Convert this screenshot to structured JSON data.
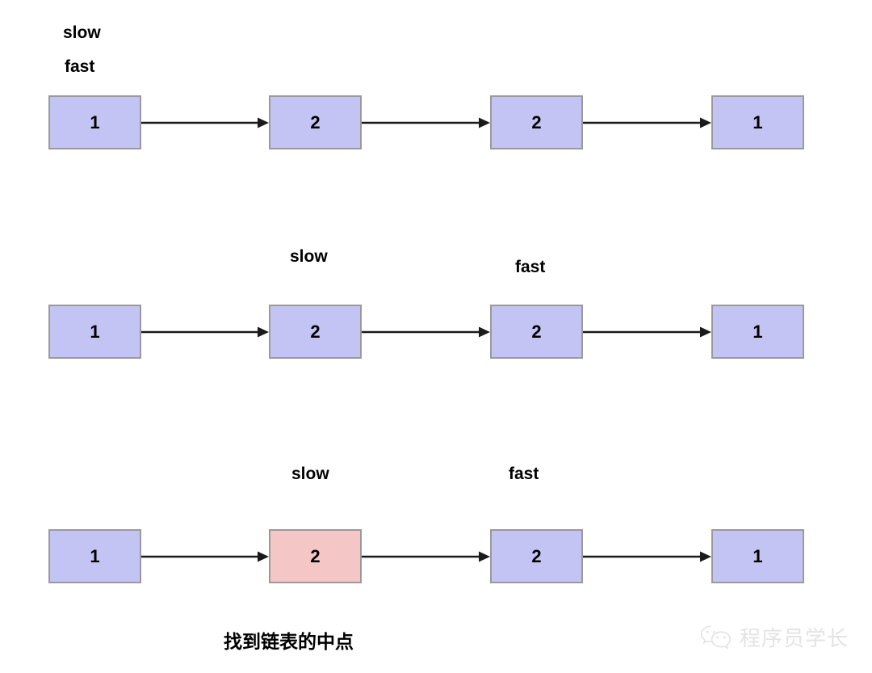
{
  "diagram": {
    "title_caption": "找到链表的中点",
    "colors": {
      "node_fill": "#c4c4f4",
      "node_highlight_fill": "#f5c6c6",
      "node_border": "#9a9a9a",
      "arrow": "#1a1a1a",
      "text": "#000000",
      "watermark": "#e3e3e3",
      "background": "#ffffff"
    },
    "rows": [
      {
        "name": "step-1",
        "nodes": [
          {
            "value": "1",
            "highlight": false
          },
          {
            "value": "2",
            "highlight": false
          },
          {
            "value": "2",
            "highlight": false
          },
          {
            "value": "1",
            "highlight": false
          }
        ],
        "pointers": [
          {
            "label": "slow",
            "node_index": 0
          },
          {
            "label": "fast",
            "node_index": 0
          }
        ]
      },
      {
        "name": "step-2",
        "nodes": [
          {
            "value": "1",
            "highlight": false
          },
          {
            "value": "2",
            "highlight": false
          },
          {
            "value": "2",
            "highlight": false
          },
          {
            "value": "1",
            "highlight": false
          }
        ],
        "pointers": [
          {
            "label": "slow",
            "node_index": 1
          },
          {
            "label": "fast",
            "node_index": 2
          }
        ]
      },
      {
        "name": "step-3",
        "nodes": [
          {
            "value": "1",
            "highlight": false
          },
          {
            "value": "2",
            "highlight": true
          },
          {
            "value": "2",
            "highlight": false
          },
          {
            "value": "1",
            "highlight": false
          }
        ],
        "pointers": [
          {
            "label": "slow",
            "node_index": 1
          },
          {
            "label": "fast",
            "node_index": 2
          }
        ]
      }
    ]
  },
  "watermark": {
    "text": "程序员学长",
    "icon": "wechat-icon"
  }
}
